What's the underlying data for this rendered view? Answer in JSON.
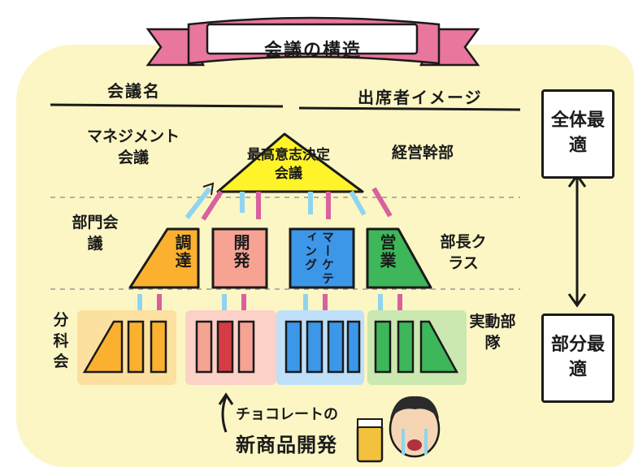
{
  "title": "会議の構造",
  "headers": {
    "left": "会議名",
    "right": "出席者イメージ"
  },
  "levels": [
    {
      "meeting": "マネジメント会議",
      "attendees": "経営幹部"
    },
    {
      "meeting": "部門会議",
      "attendees": "部長クラス"
    },
    {
      "meeting": "分科会",
      "attendees": "実動部隊"
    }
  ],
  "top_node": {
    "label": "最高意志決定会議",
    "color": "#fff32a"
  },
  "departments": [
    {
      "label": "調達",
      "color": "#fbb12f"
    },
    {
      "label": "開発",
      "color": "#f6a394"
    },
    {
      "label": "マーケティング",
      "color": "#3c97e8"
    },
    {
      "label": "営業",
      "color": "#3eb65a"
    }
  ],
  "scale": {
    "top": "全体最適",
    "bottom": "部分最適"
  },
  "annotation": {
    "line1": "チョコレートの",
    "line2": "新商品開発"
  },
  "colors": {
    "background_blob": "#fbf6c4",
    "ribbon": "#e9769c",
    "arrow_down": "#d8619e",
    "arrow_up": "#8fd4f0",
    "highlight_team": "#d63c44"
  }
}
